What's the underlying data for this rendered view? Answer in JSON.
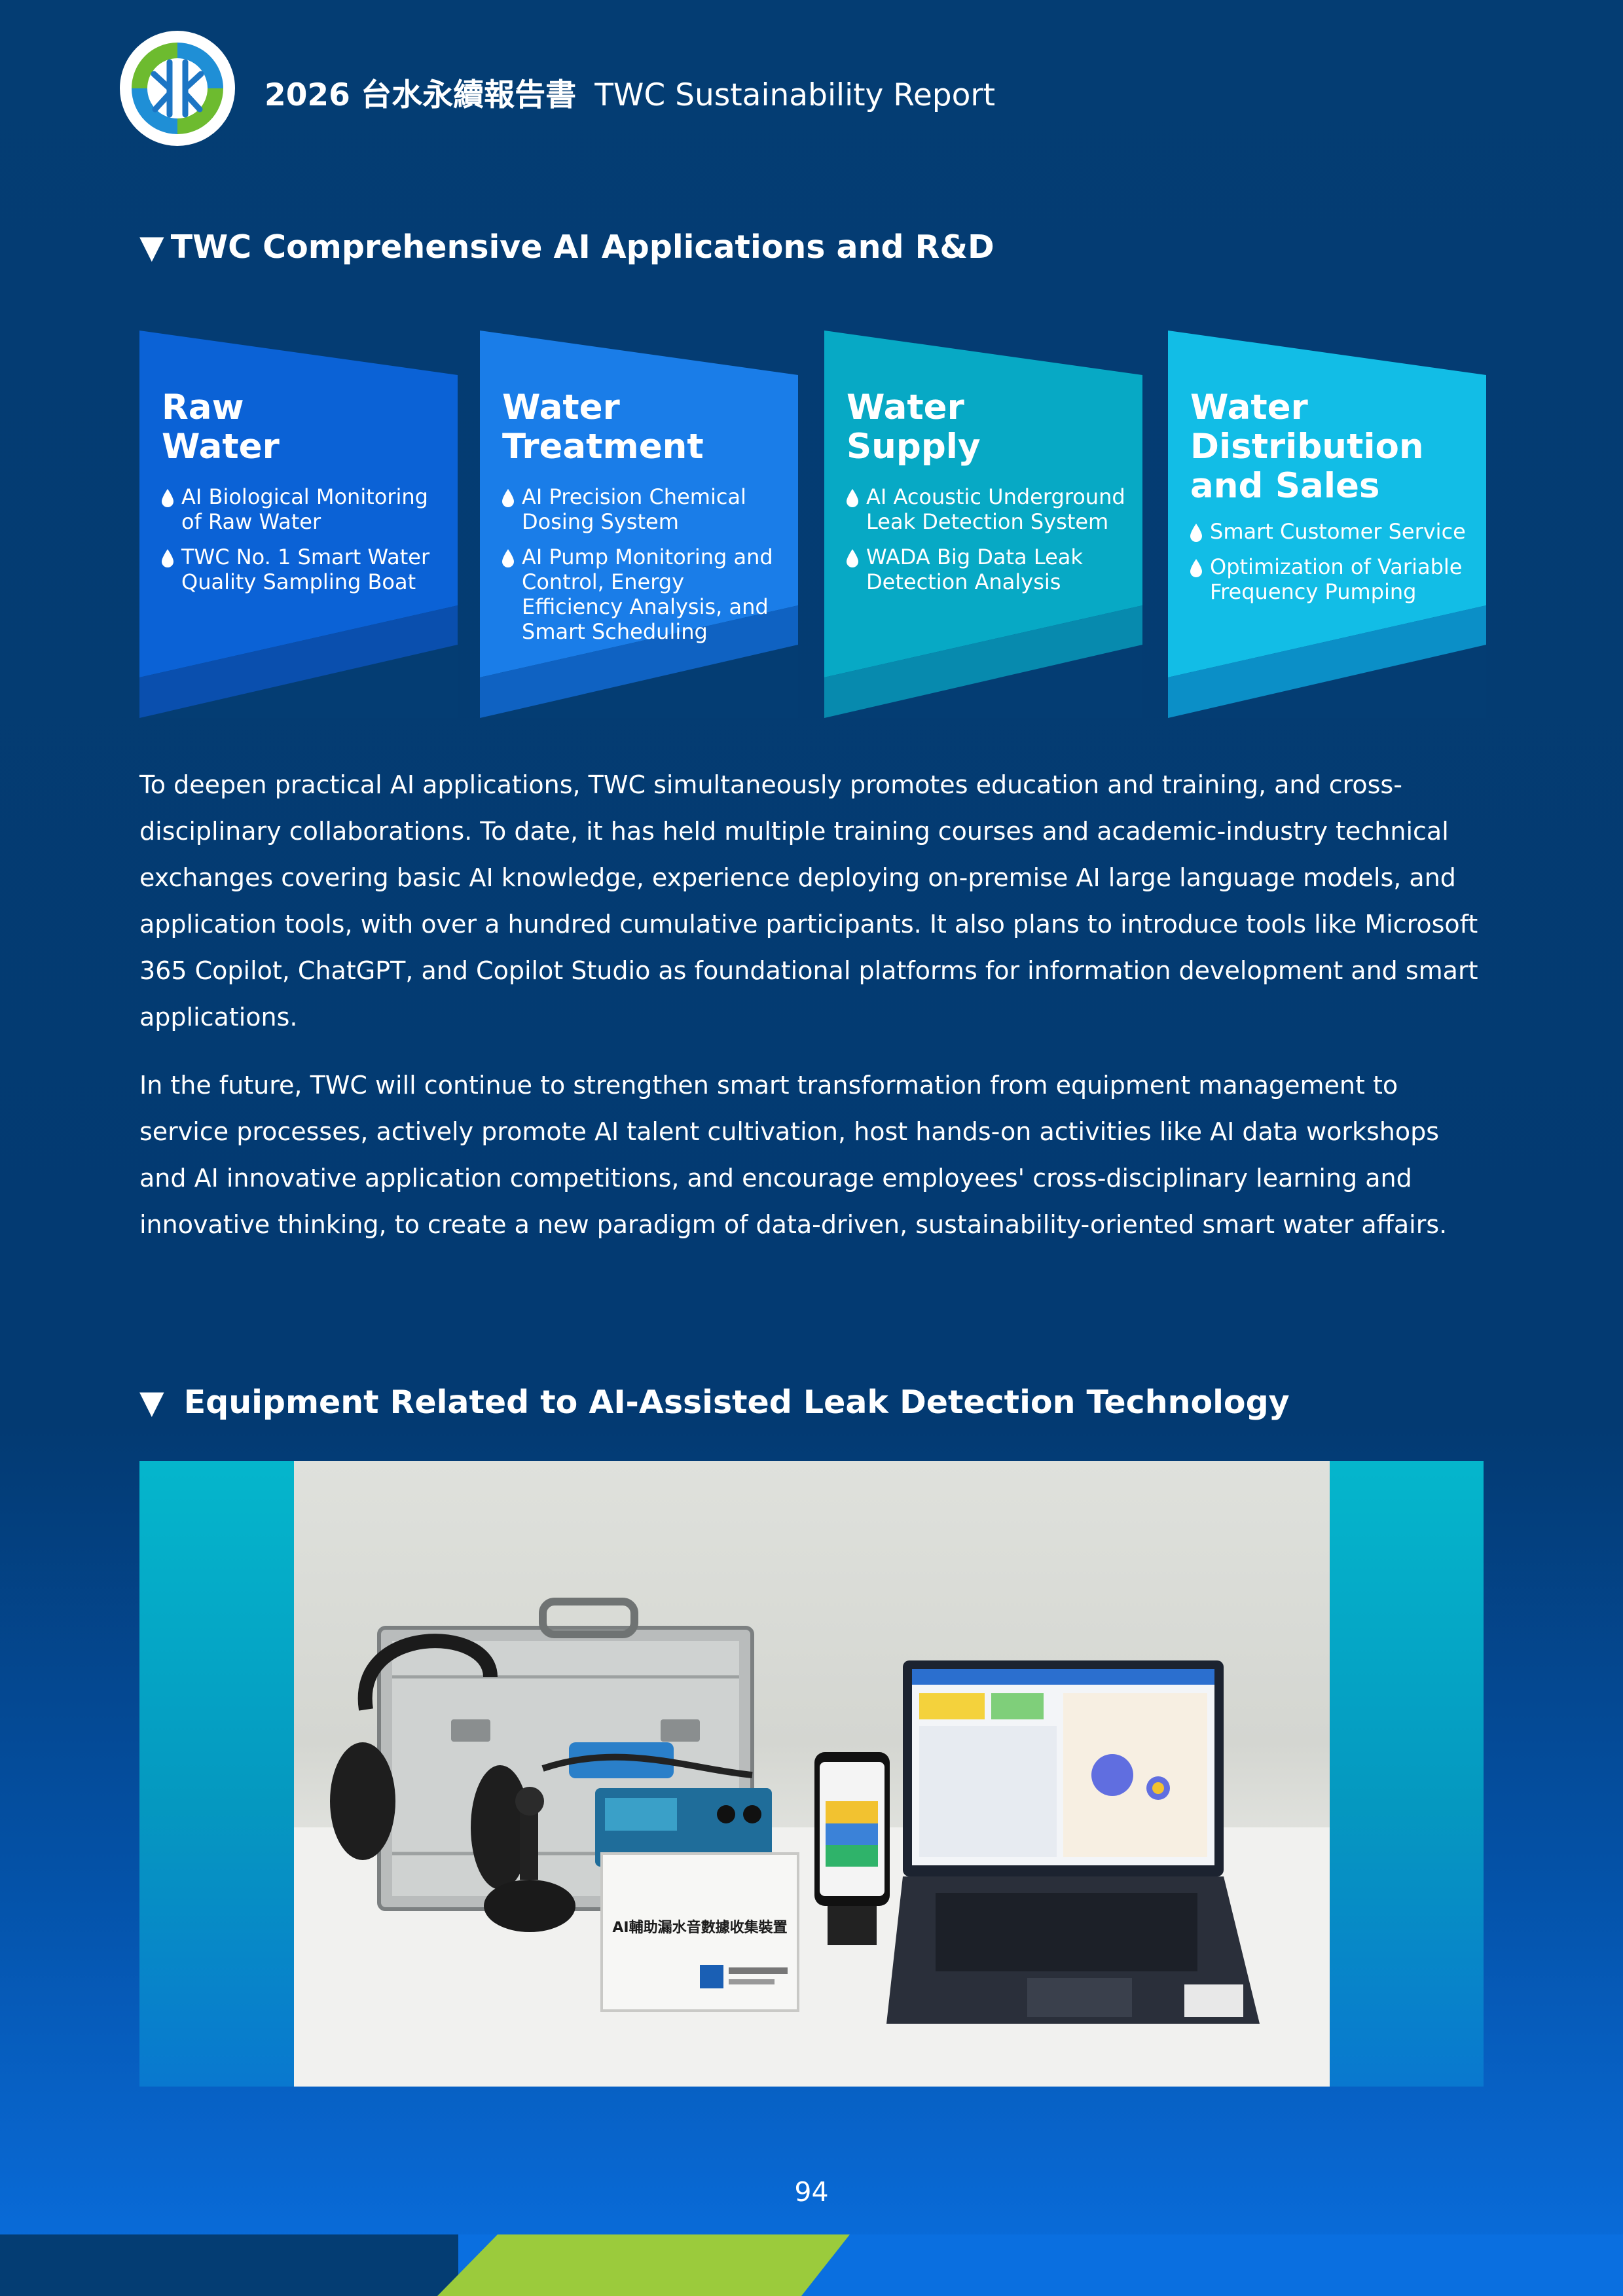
{
  "header": {
    "title_bold": "2026 台水永續報告書",
    "title_light": "TWC Sustainability Report",
    "logo_icon": "twc-water-logo-icon"
  },
  "section1": {
    "heading_marker": "▼",
    "heading": "TWC Comprehensive AI Applications and R&D",
    "panels": [
      {
        "title": "Raw Water",
        "color": "#0b62d6",
        "items": [
          "AI Biological Monitoring of Raw Water",
          "TWC No. 1 Smart Water Quality Sampling Boat"
        ]
      },
      {
        "title": "Water Treatment",
        "color": "#1a7de8",
        "items": [
          "AI Precision Chemical Dosing System",
          "AI Pump Monitoring and Control, Energy Efficiency Analysis, and Smart Scheduling"
        ]
      },
      {
        "title": "Water Supply",
        "color": "#07a9c5",
        "items": [
          "AI Acoustic Underground Leak Detection System",
          "WADA Big Data Leak Detection Analysis"
        ]
      },
      {
        "title": "Water Distribution and Sales",
        "color": "#12bde6",
        "items": [
          "Smart Customer Service",
          "Optimization of Variable Frequency Pumping"
        ]
      }
    ],
    "bullet_icon": "water-drop-icon",
    "paragraphs": [
      "To deepen practical AI applications, TWC simultaneously promotes education and training, and cross-disciplinary collaborations. To date, it has held multiple training courses and academic-industry technical exchanges covering basic AI knowledge, experience deploying on-premise AI large language models, and application tools, with over a hundred cumulative participants. It also plans to introduce tools like Microsoft 365 Copilot, ChatGPT, and Copilot Studio as foundational platforms for information development and smart applications.",
      "In the future, TWC will continue to strengthen smart transformation from equipment management to service processes, actively promote AI talent cultivation, host hands-on activities like AI data workshops and AI innovative application competitions, and encourage employees' cross-disciplinary learning and innovative thinking, to create a new paradigm of data-driven, sustainability-oriented smart water affairs."
    ]
  },
  "section2": {
    "heading_marker": "▼",
    "heading": "Equipment Related to AI-Assisted Leak Detection Technology",
    "photo": {
      "device_label": "AI輔助漏水音數據收集裝置",
      "subject": "leak-detection-equipment-photo"
    }
  },
  "footer": {
    "page_number": "94",
    "accent_color": "#9bcb3c"
  },
  "colors": {
    "background": "#043d73",
    "photo_frame": "#05b6cc"
  }
}
